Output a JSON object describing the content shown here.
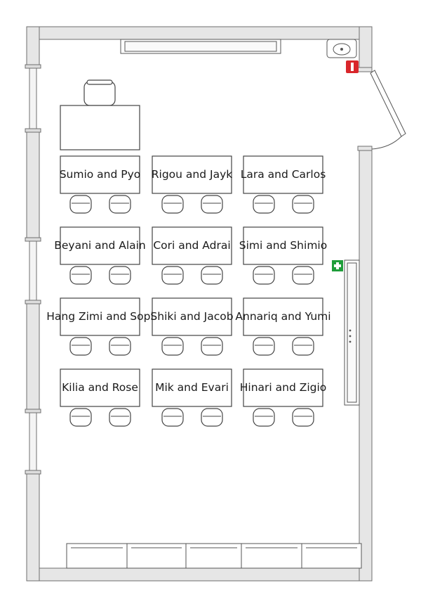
{
  "colors": {
    "wall": "#e6e6e6",
    "wall_stroke": "#6f6f6f",
    "line": "#555555",
    "fire_extinguisher": "#d9262b",
    "first_aid": "#1f9d3a"
  },
  "icons": {
    "sink": "sink-icon",
    "fire_extinguisher": "fire-extinguisher-icon",
    "first_aid": "first-aid-icon",
    "door": "door-icon"
  },
  "desk_pairs": [
    {
      "label": "Sumio and Pyo"
    },
    {
      "label": "Rigou and Jayk"
    },
    {
      "label": "Lara and Carlos"
    },
    {
      "label": "Beyani and Alain"
    },
    {
      "label": "Cori and Adrai"
    },
    {
      "label": "Simi and Shimio"
    },
    {
      "label": "Hang Zimi and Sopi"
    },
    {
      "label": "Shiki and Jacob"
    },
    {
      "label": "Annariq and Yumi"
    },
    {
      "label": "Kilia and Rose"
    },
    {
      "label": "Mik and Evari"
    },
    {
      "label": "Hinari and Zigio"
    }
  ]
}
